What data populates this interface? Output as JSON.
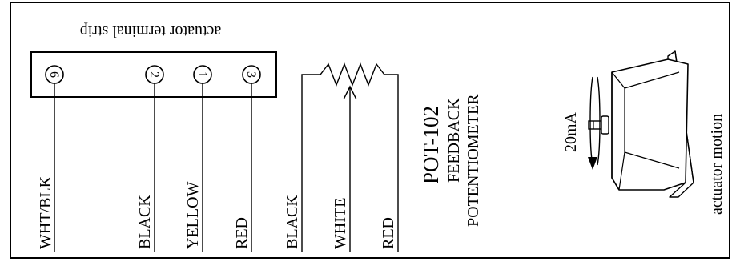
{
  "terminal_strip": {
    "title": "actuator terminal strip",
    "terminals": [
      {
        "number": "6",
        "wire": "WHT/BLK"
      },
      {
        "number": "2",
        "wire": "BLACK"
      },
      {
        "number": "1",
        "wire": "YELLOW"
      },
      {
        "number": "3",
        "wire": "RED"
      }
    ]
  },
  "potentiometer": {
    "wires": [
      "BLACK",
      "WHITE",
      "RED"
    ],
    "part_number": "POT-102",
    "label_line1": "FEEDBACK",
    "label_line2": "POTENTIOMETER"
  },
  "actuator": {
    "current_label": "20mA",
    "motion_label": "actuator motion"
  },
  "colors": {
    "line": "#000000",
    "background": "#ffffff"
  }
}
